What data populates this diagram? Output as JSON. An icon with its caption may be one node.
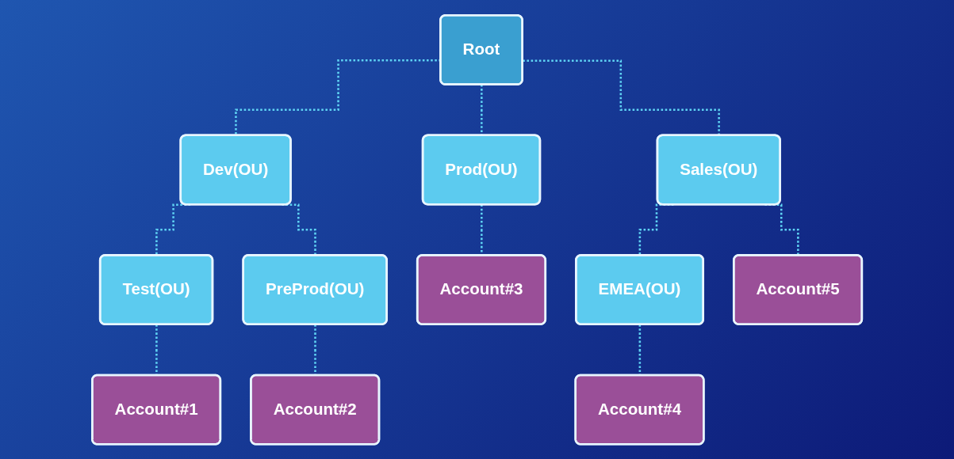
{
  "diagram": {
    "nodes": [
      {
        "text": [
          "Root"
        ]
      },
      {
        "text": [
          "Dev(OU)"
        ]
      },
      {
        "text": [
          "Prod(OU)"
        ]
      },
      {
        "text": [
          "Sales(OU)"
        ]
      },
      {
        "text": [
          "Test(OU)"
        ]
      },
      {
        "text": [
          "PreProd(OU)"
        ]
      },
      {
        "text": [
          "Account#3"
        ]
      },
      {
        "text": [
          "EMEA(OU)"
        ]
      },
      {
        "text": [
          "Account#5"
        ]
      },
      {
        "text": [
          "Account#1"
        ]
      },
      {
        "text": [
          "Account#2"
        ]
      },
      {
        "text": [
          "Account#4"
        ]
      }
    ],
    "edges": [
      {
        "from": 0,
        "to": 1,
        "arrow": "none",
        "style": "dashed"
      },
      {
        "from": 0,
        "to": 2,
        "arrow": "none",
        "style": "dashed"
      },
      {
        "from": 0,
        "to": 3,
        "arrow": "none",
        "style": "dashed"
      },
      {
        "from": 1,
        "to": 4,
        "arrow": "none",
        "style": "dashed"
      },
      {
        "from": 1,
        "to": 5,
        "arrow": "none",
        "style": "dashed"
      },
      {
        "from": 2,
        "to": 6,
        "arrow": "none",
        "style": "dashed"
      },
      {
        "from": 3,
        "to": 7,
        "arrow": "none",
        "style": "dashed"
      },
      {
        "from": 3,
        "to": 8,
        "arrow": "none",
        "style": "dashed"
      },
      {
        "from": 4,
        "to": 9,
        "arrow": "none",
        "style": "dashed"
      },
      {
        "from": 5,
        "to": 10,
        "arrow": "none",
        "style": "dashed"
      },
      {
        "from": 7,
        "to": 11,
        "arrow": "none",
        "style": "dashed"
      }
    ]
  }
}
